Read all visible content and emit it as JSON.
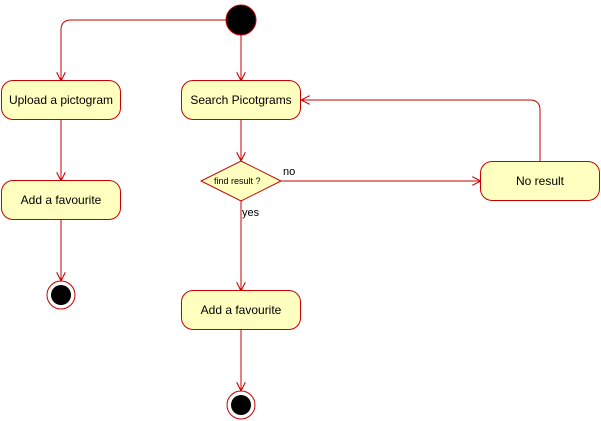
{
  "diagram": {
    "type": "uml-activity",
    "colors": {
      "stroke": "#c80000",
      "fill": "#ffffc0",
      "initial": "#000000"
    },
    "nodes": {
      "upload": "Upload a pictogram",
      "fav_left": "Add a favourite",
      "search": "Search Picotgrams",
      "decision": "find result ?",
      "no_result": "No result",
      "fav_center": "Add a favourite"
    },
    "edges": {
      "no": "no",
      "yes": "yes"
    }
  }
}
